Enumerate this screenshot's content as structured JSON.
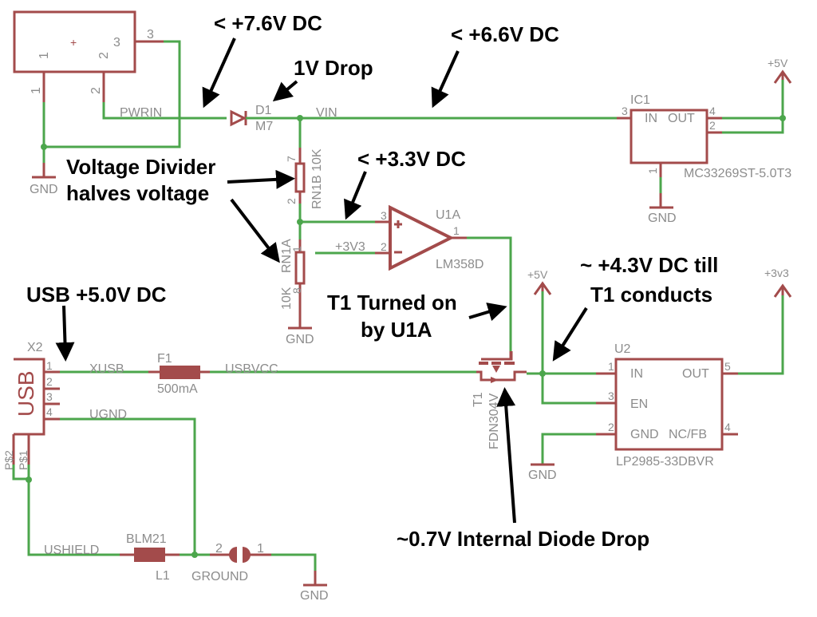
{
  "colors": {
    "wire": "#4ca64c",
    "symbol": "#a34b4b",
    "label": "#8c8c8c",
    "annotation": "#000000"
  },
  "connector_x1": {
    "pins": [
      "1",
      "2",
      "3"
    ],
    "outer_pins": [
      "1",
      "2",
      "3"
    ]
  },
  "nets": {
    "pwrin": "PWRIN",
    "vin": "VIN",
    "xusb": "XUSB",
    "usbvcc": "USBVCC",
    "ugnd": "UGND",
    "ushield": "USHIELD",
    "ground": "GROUND",
    "p3v3": "+3V3"
  },
  "gnd": "GND",
  "d1": {
    "name": "D1",
    "value": "M7"
  },
  "rn1b": {
    "label": "RN1B 10K",
    "pin_top": "7",
    "pin_bottom": "2"
  },
  "rn1a": {
    "name": "RN1A",
    "value": "10K",
    "pin_top": "1",
    "pin_bottom": "8"
  },
  "u1a": {
    "name": "U1A",
    "part": "LM358D",
    "pin_plus": "3",
    "pin_minus": "2",
    "pin_out": "1"
  },
  "ic1": {
    "name": "IC1",
    "in": "IN",
    "out": "OUT",
    "part": "MC33269ST-5.0T3",
    "pin_in": "3",
    "pin_out1": "4",
    "pin_out2": "2",
    "pin_gnd": "1"
  },
  "supply": {
    "p5v": "+5V",
    "p3v3": "+3v3"
  },
  "x2": {
    "name": "X2",
    "label": "USB",
    "pins": [
      "1",
      "2",
      "3",
      "4"
    ],
    "ps2": "P$2",
    "ps1": "P$1"
  },
  "f1": {
    "name": "F1",
    "value": "500mA"
  },
  "l1": {
    "name": "L1",
    "value": "BLM21"
  },
  "ground_jumper": {
    "pin2": "2",
    "pin1": "1"
  },
  "t1": {
    "name": "T1",
    "part": "FDN304V"
  },
  "u2": {
    "name": "U2",
    "part": "LP2985-33DBVR",
    "in": "IN",
    "en": "EN",
    "gnd": "GND",
    "out": "OUT",
    "ncfb": "NC/FB",
    "pin_in": "1",
    "pin_en": "3",
    "pin_gnd": "2",
    "pin_out": "5",
    "pin_ncfb": "4"
  },
  "annotations": {
    "v76": "< +7.6V DC",
    "v66": "< +6.6V DC",
    "drop1v": "1V Drop",
    "divider1": "Voltage Divider",
    "divider2": "halves voltage",
    "v33": "< +3.3V DC",
    "usb5v": "USB +5.0V DC",
    "t1on1": "T1 Turned on",
    "t1on2": "by U1A",
    "v43a": "~ +4.3V DC till",
    "v43b": "T1 conducts",
    "diode": "~0.7V Internal Diode Drop"
  }
}
